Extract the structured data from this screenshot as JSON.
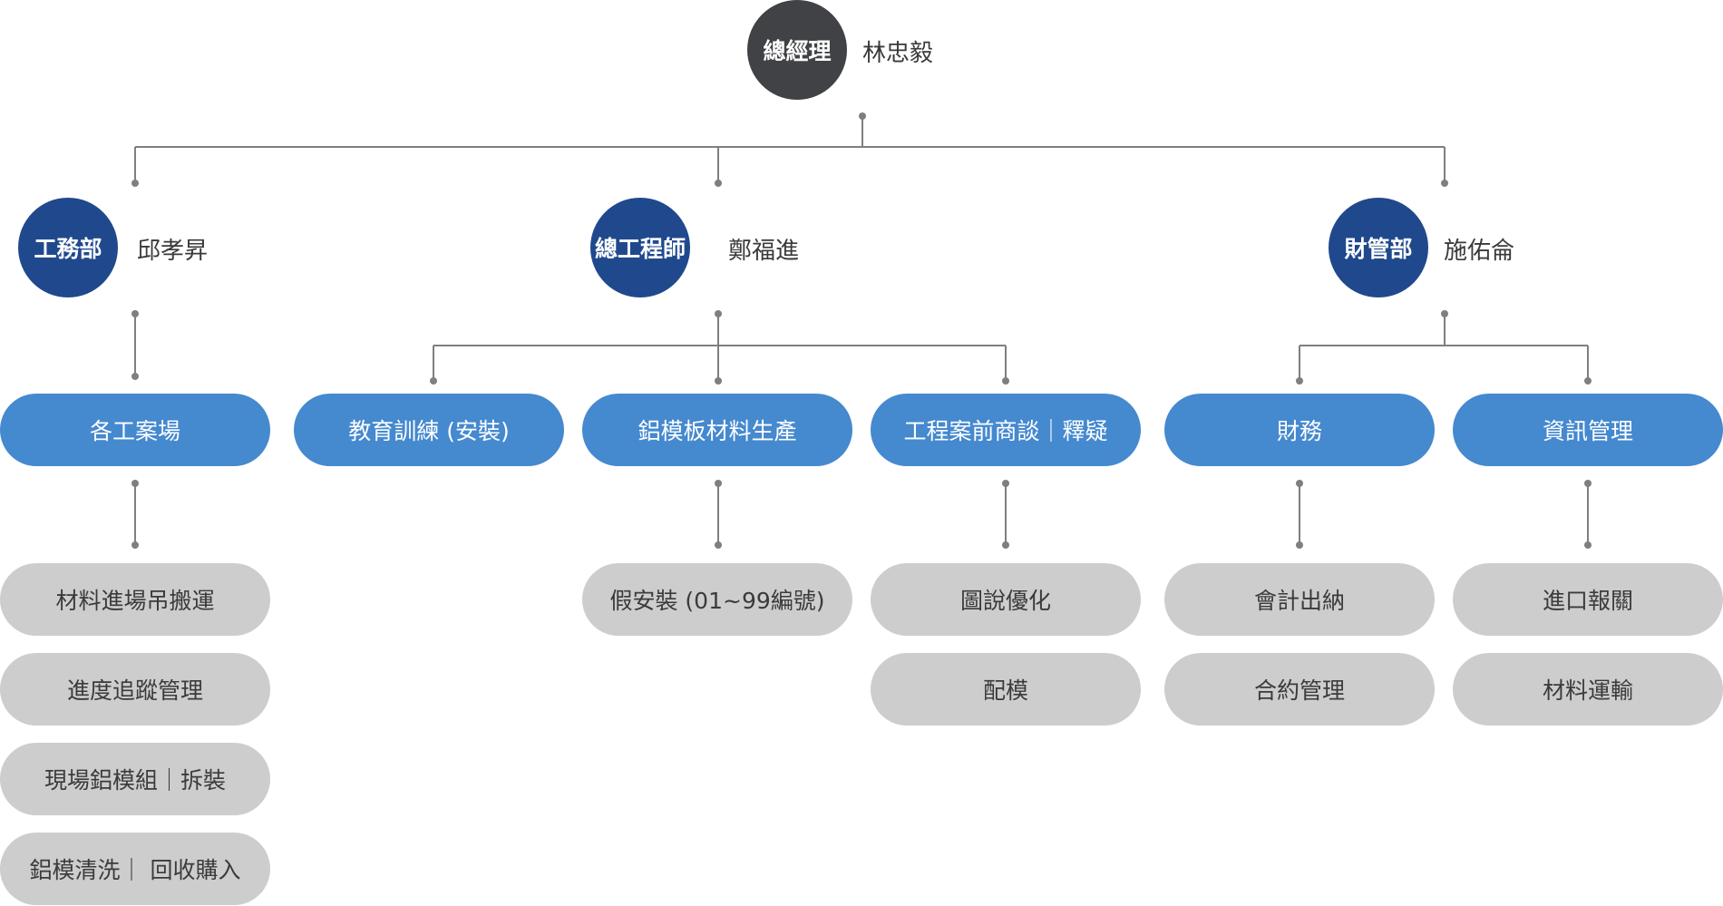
{
  "colors": {
    "gm_circle": "#414245",
    "dept_circle": "#20498d",
    "unit_pill": "#4589cf",
    "task_pill": "#cdcdcd",
    "connector": "#7f7f7f"
  },
  "general_manager": {
    "title": "總經理",
    "name": "林忠毅"
  },
  "departments": [
    {
      "title": "工務部",
      "name": "邱孝昇",
      "units": [
        {
          "label": "各工案場",
          "tasks": [
            "材料進場吊搬運",
            "進度追蹤管理",
            "現場鋁模組｜拆裝",
            "鋁模清洗｜ 回收購入"
          ]
        }
      ]
    },
    {
      "title": "總工程師",
      "name": "鄭福進",
      "units": [
        {
          "label": "教育訓練 (安裝)",
          "tasks": []
        },
        {
          "label": "鋁模板材料生產",
          "tasks": [
            "假安裝 (01~99編號)"
          ]
        },
        {
          "label": "工程案前商談｜釋疑",
          "tasks": [
            "圖說優化",
            "配模"
          ]
        }
      ]
    },
    {
      "title": "財管部",
      "name": "施佑侖",
      "units": [
        {
          "label": "財務",
          "tasks": [
            "會計出納",
            "合約管理"
          ]
        },
        {
          "label": "資訊管理",
          "tasks": [
            "進口報關",
            "材料運輸"
          ]
        }
      ]
    }
  ]
}
